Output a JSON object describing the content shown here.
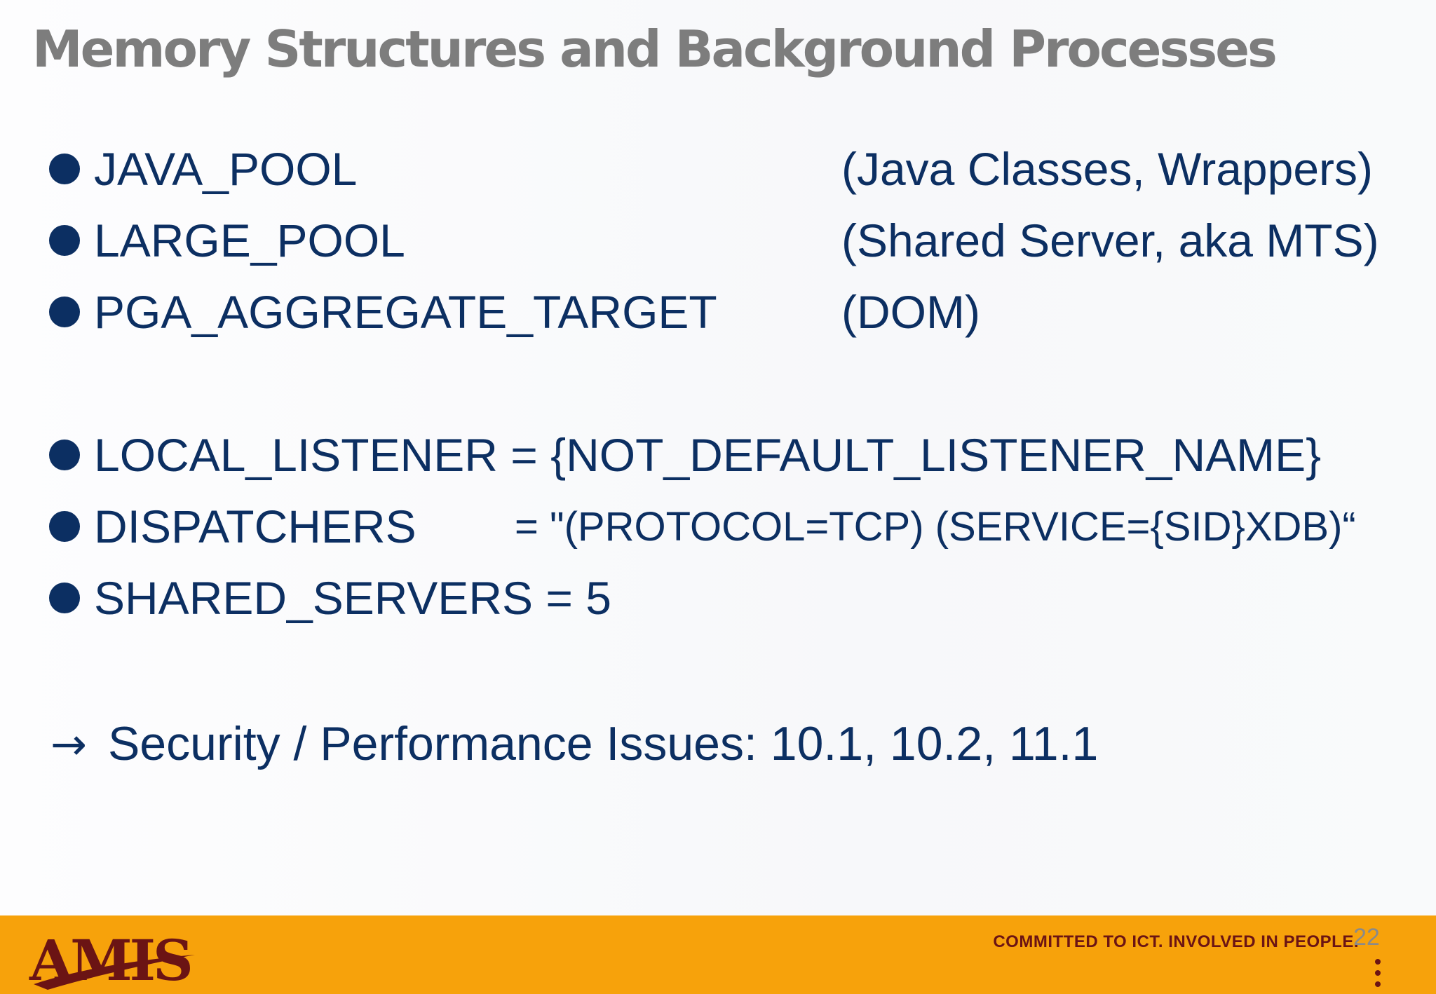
{
  "slide": {
    "title": "Memory Structures and Background Processes",
    "group1": [
      {
        "param": "JAVA_POOL",
        "note": "(Java Classes, Wrappers)"
      },
      {
        "param": "LARGE_POOL",
        "note": "(Shared Server, aka MTS)"
      },
      {
        "param": "PGA_AGGREGATE_TARGET",
        "note": "(DOM)"
      }
    ],
    "group2": [
      {
        "param": "LOCAL_LISTENER = {NOT_DEFAULT_LISTENER_NAME}"
      },
      {
        "param": "DISPATCHERS",
        "value": "= \"(PROTOCOL=TCP) (SERVICE={SID}XDB)“"
      },
      {
        "param": "SHARED_SERVERS = 5"
      }
    ],
    "arrow_symbol": "→",
    "conclusion": "Security / Performance Issues: 10.1, 10.2, 11.1"
  },
  "footer": {
    "logo_text": "AMIS",
    "tagline": "COMMITTED TO ICT. INVOLVED IN PEOPLE.",
    "page_number": "22",
    "background_color": "#f7a20b",
    "logo_color": "#6b1414"
  },
  "colors": {
    "title": "#7d7d7d",
    "body_text": "#0c2f62"
  }
}
